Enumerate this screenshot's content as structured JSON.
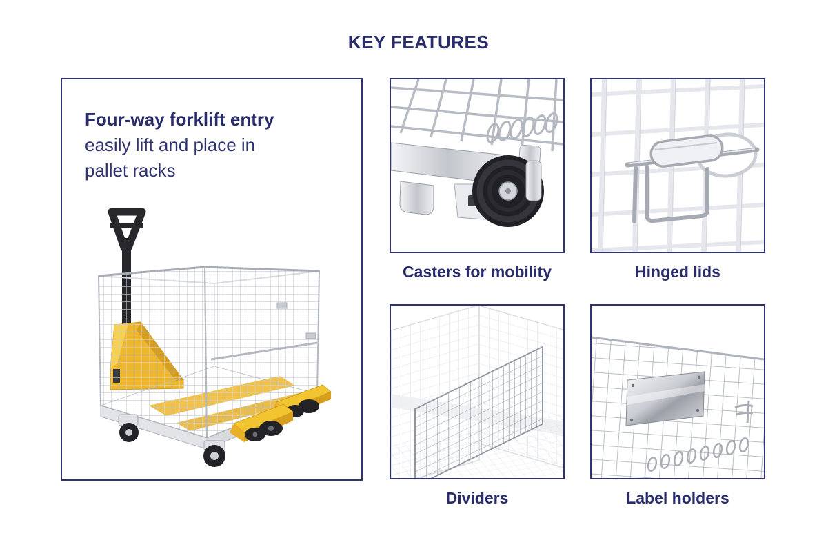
{
  "page": {
    "title": "KEY FEATURES"
  },
  "colors": {
    "accent_navy": "#282c6a",
    "panel_border": "#2f3370",
    "background": "#ffffff",
    "jack_yellow": "#f2c12d",
    "wheel_black": "#232327",
    "mesh_gray": "#c6cad1"
  },
  "main_feature": {
    "heading": "Four-way forklift entry",
    "description_lines": [
      "easily lift and place in",
      "pallet racks"
    ],
    "illustration": "pallet-jack-lifting-wire-mesh-container"
  },
  "features": [
    {
      "label": "Casters for mobility",
      "illustration": "caster-wheel-under-wire-container"
    },
    {
      "label": "Hinged lids",
      "illustration": "hinged-lid-latch-on-wire-mesh"
    },
    {
      "label": "Dividers",
      "illustration": "wire-mesh-divider-inside-container"
    },
    {
      "label": "Label holders",
      "illustration": "metal-label-plate-on-wire-mesh"
    }
  ]
}
